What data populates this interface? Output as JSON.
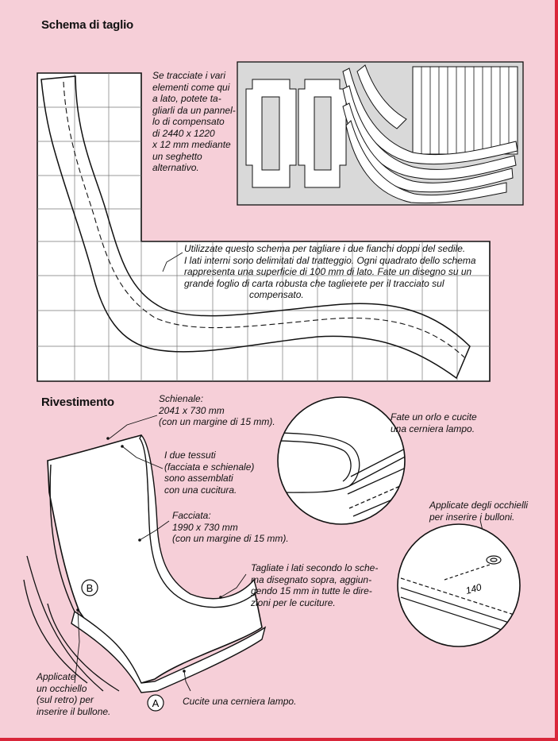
{
  "sections": {
    "cutting_title": "Schema di taglio",
    "covering_title": "Rivestimento"
  },
  "notes": {
    "plywood_lines": [
      "Se tracciate i vari",
      "elementi come qui",
      "a lato, potete ta-",
      "gliarli da un pannel-",
      "lo di compensato",
      "di 2440 x 1220",
      "x 12 mm mediante",
      "un seghetto",
      "alternativo."
    ],
    "schema_lines": [
      "Utilizzate questo schema per tagliare i due fianchi doppi del sedile.",
      "I lati interni sono delimitati dal tratteggio. Ogni quadrato dello schema",
      "rappresenta una superficie di 100 mm di lato. Fate un disegno su un",
      "grande foglio di carta robusta che taglierete per il tracciato sul",
      "compensato."
    ],
    "backrest_lines": [
      "Schienale:",
      "2041 x 730 mm",
      "(con un margine di 15 mm)."
    ],
    "fabrics_lines": [
      "I due tessuti",
      "(facciata e schienale)",
      "sono assemblati",
      "con una cucitura."
    ],
    "front_lines": [
      "Facciata:",
      "1990 x 730 mm",
      "(con un margine di 15 mm)."
    ],
    "cut_sides_lines": [
      "Tagliate i lati secondo lo sche-",
      "ma disegnato sopra, aggiun-",
      "gendo 15 mm in tutte le dire-",
      "zioni per le cuciture."
    ],
    "hem_lines": [
      "Fate un orlo e cucite",
      "una cerniera lampo."
    ],
    "eyelets_lines": [
      "Applicate degli occhielli",
      "per inserire i bulloni."
    ],
    "eyelet_back_lines": [
      "Applicate",
      "un occhiello",
      "(sul retro) per",
      "inserire il bullone."
    ],
    "zip_lines": [
      "Cucite una cerniera lampo."
    ]
  },
  "labels": {
    "point_b": "B",
    "point_a": "A",
    "dimension_140": "140"
  },
  "colors": {
    "page_background": "#f6cfd8",
    "border": "#d9263a",
    "diagram_fill": "#ffffff",
    "plywood_fill": "#d9d9d9"
  }
}
